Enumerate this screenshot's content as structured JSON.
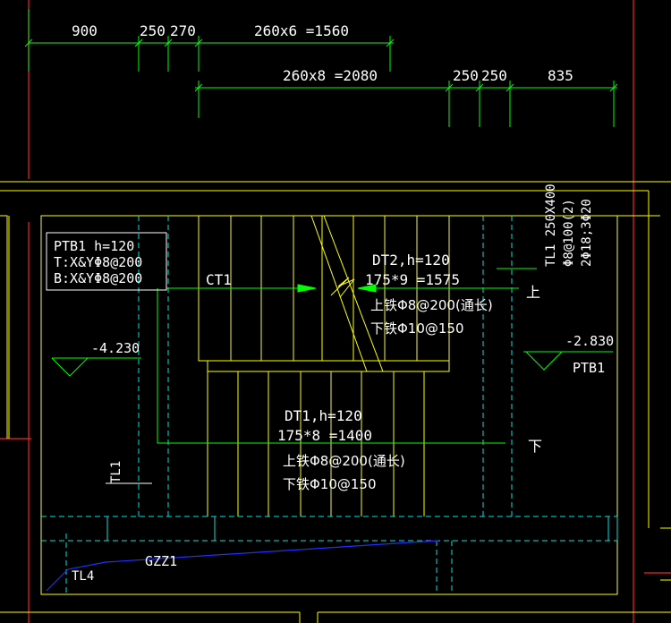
{
  "dimensions": {
    "top_row": [
      "900",
      "250",
      "270",
      "260x6 =1560"
    ],
    "second_row": [
      "260x8 =2080",
      "250",
      "250",
      "835"
    ]
  },
  "ptb1_box": {
    "line1": "PTB1 h=120",
    "line2": "T:X&YΦ8@200",
    "line3": "B:X&YΦ8@200"
  },
  "ct1": "CT1",
  "dt2": {
    "line1": "DT2,h=120",
    "line2": "175*9 =1575",
    "line3": "上铁Φ8@200(通长)",
    "line4": "下铁Φ10@150"
  },
  "up_label": "上",
  "down_label": "下",
  "tl1_vertical": {
    "line1": "TL1 250X400",
    "line2": "Φ8@100(2)",
    "line3": "2Φ18;3Φ20"
  },
  "elevation_left": "-4.230",
  "elevation_right": "-2.830",
  "ptb1_right": "PTB1",
  "dt1": {
    "line1": "DT1,h=120",
    "line2": "175*8 =1400",
    "line3": "上铁Φ8@200(通长)",
    "line4": "下铁Φ10@150"
  },
  "tl1_side": "TL1",
  "gzz1": "GZZ1",
  "tl4": "TL4",
  "colors": {
    "background": "#000000",
    "dimension": "#00ff00",
    "wall": "#ffff00",
    "axis": "#ff0000",
    "hidden": "#00ffff",
    "text": "#ffffff",
    "blue": "#2030ff"
  }
}
